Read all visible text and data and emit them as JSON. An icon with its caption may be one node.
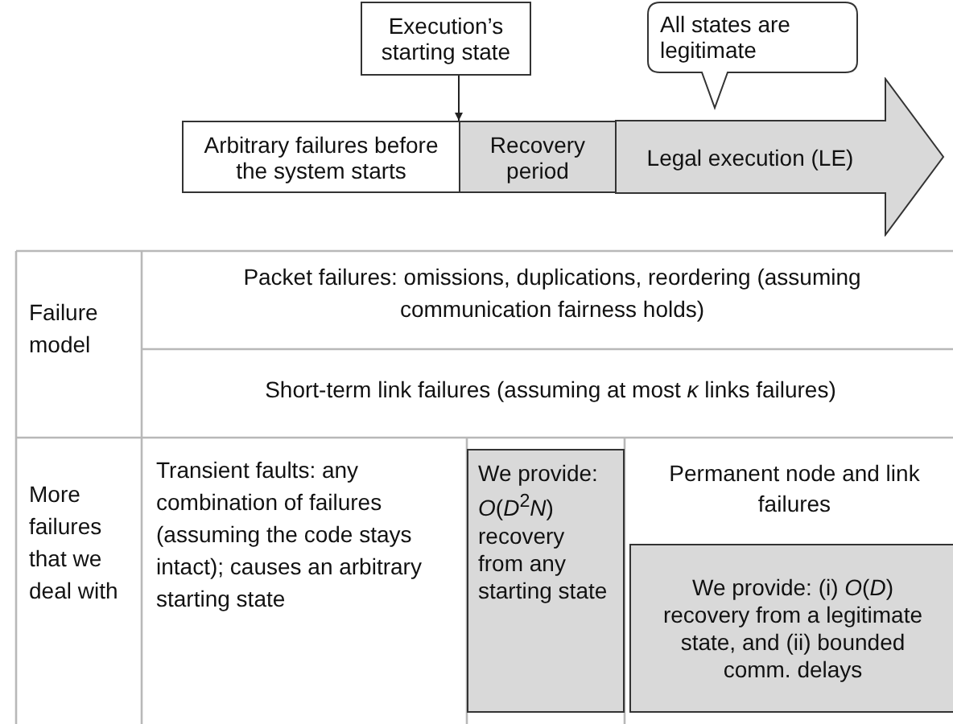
{
  "diagram": {
    "nodes": [
      {
        "text": [
          "Arbitrary failures before the system starts"
        ]
      },
      {
        "text": [
          "Recovery period"
        ]
      },
      {
        "text": [
          "Legal execution (LE)"
        ]
      },
      {
        "text": [
          "Execution’s starting state"
        ]
      },
      {
        "text": [
          "All states are legitimate"
        ]
      },
      {
        "text": [
          "We provide: *O*(*D*$^{2}$*N*) recovery from any starting state"
        ]
      },
      {
        "text": [
          "We provide: (i) *O*(*D*) recovery from a legitimate state, and (ii) bounded comm. delays"
        ]
      }
    ],
    "edges": [
      {
        "from": 3,
        "to": 1,
        "arrow": "to"
      }
    ],
    "labels": [
      "Failure model",
      "Packet failures: omissions, duplications, reordering (assuming communication fairness holds)",
      "Short-term link failures (assuming at most *κ* links failures)",
      "More failures that we deal with",
      "Transient faults: any combination of failures (assuming the code stays intact); causes an arbitrary starting state",
      "Permanent node and link failures"
    ]
  }
}
